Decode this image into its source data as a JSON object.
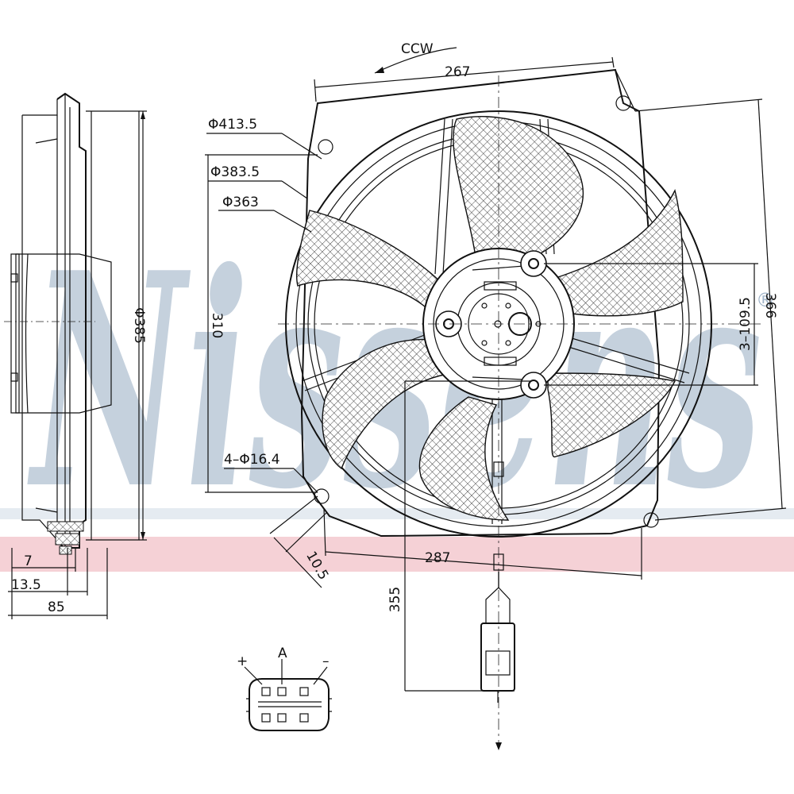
{
  "watermark": {
    "text": "Nissens",
    "registered_mark": "®",
    "text_color": "#9fb3c8",
    "stripe_color": "#f3c9cf"
  },
  "rotation_label": "CCW",
  "dimensions": {
    "shroud_width_top": "267",
    "shroud_width_bottom": "287",
    "ring_outer_dia": "Φ413.5",
    "ring_mid_dia": "Φ383.5",
    "ring_inner_dia": "Φ363",
    "side_height": "310",
    "total_height": "366",
    "mount_holes": "4–Φ16.4",
    "hub_bolts": "3–109.5",
    "tab_offset": "10.5",
    "cable_length": "355",
    "side_dia": "Φ385",
    "side_depth_7": "7",
    "side_depth_13": "13.5",
    "side_depth_85": "85"
  },
  "connector_pins": {
    "plus": "+",
    "center": "A",
    "minus": "–"
  },
  "colors": {
    "line": "#111111",
    "background": "#ffffff"
  }
}
